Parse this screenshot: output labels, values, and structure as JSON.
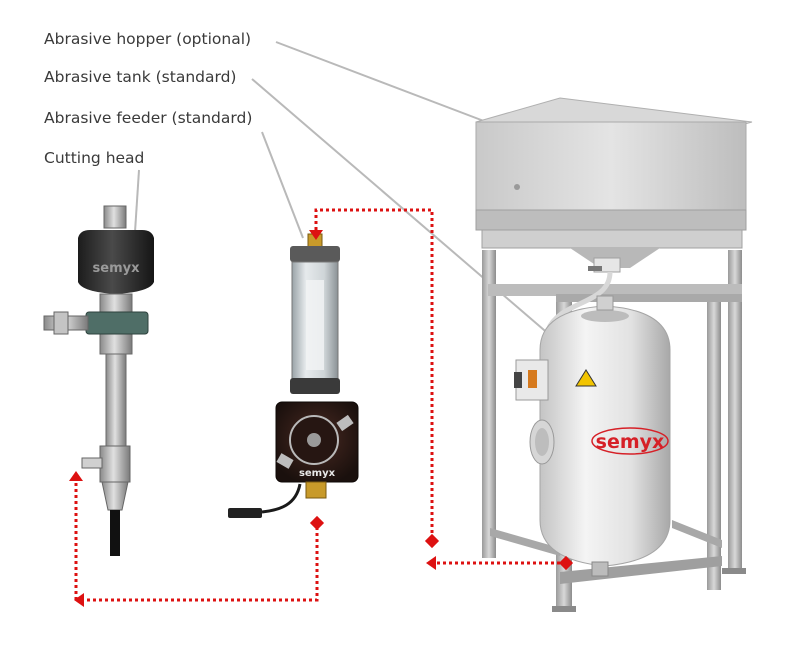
{
  "labels": {
    "hopper": "Abrasive hopper (optional)",
    "tank": "Abrasive tank (standard)",
    "feeder": "Abrasive feeder (standard)",
    "head": "Cutting head"
  },
  "brand_text": "semyx",
  "colors": {
    "flow_line": "#dd1111",
    "leader_line": "#b9b9b9",
    "label_text": "#3a3a3a",
    "brand": "#d62027"
  },
  "icons": {
    "hopper": "abrasive-hopper-illustration",
    "tank": "abrasive-tank-illustration",
    "feeder": "abrasive-feeder-illustration",
    "head": "cutting-head-illustration"
  }
}
